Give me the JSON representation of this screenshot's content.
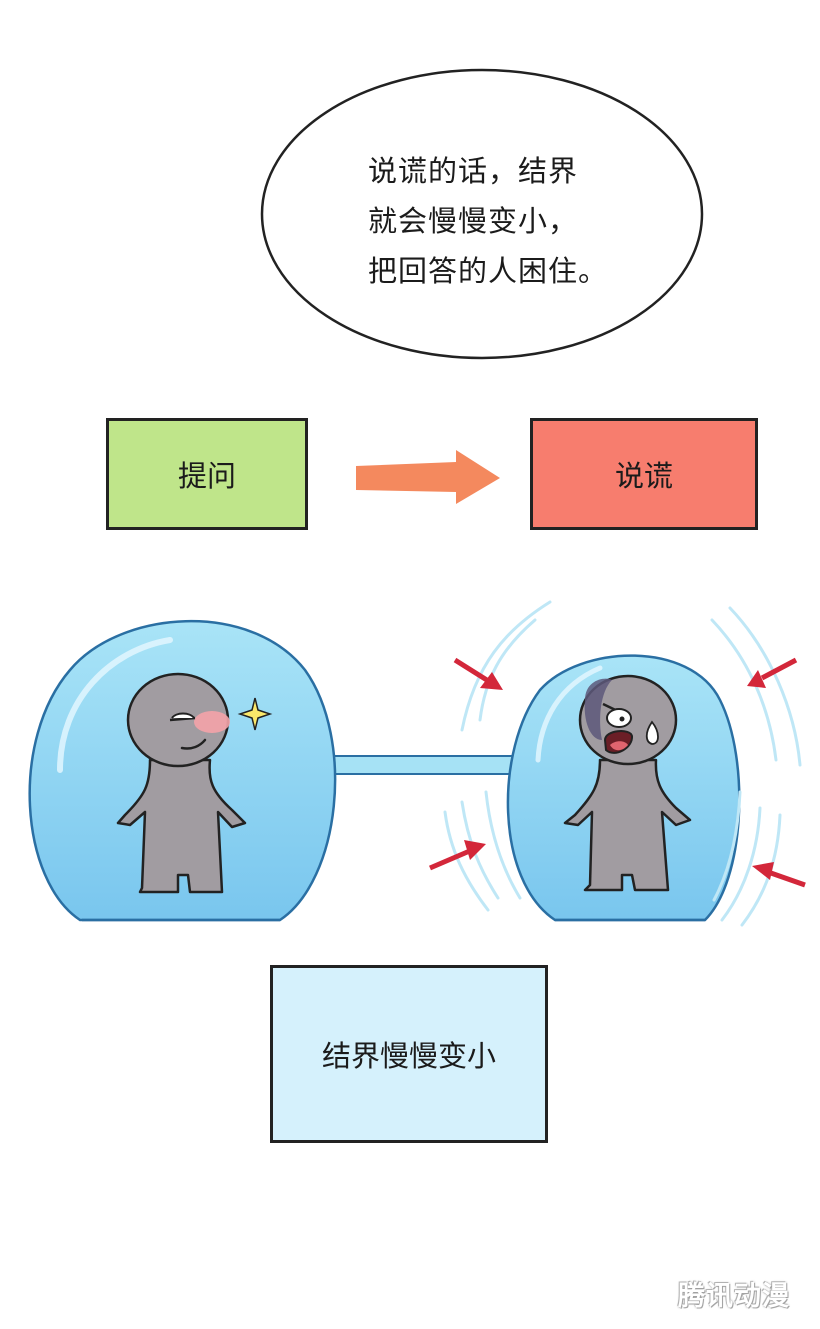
{
  "speech_bubble": {
    "lines": [
      "说谎的话，结界",
      "就会慢慢变小，",
      "把回答的人困住。"
    ]
  },
  "flow": {
    "step1_label": "提问",
    "step2_label": "说谎",
    "step1_color": "#bfe58a",
    "step2_color": "#f77d6e",
    "arrow_color": "#f4895e"
  },
  "illustration": {
    "left_figure": "calm-smirking-character-in-barrier",
    "right_figure": "panicked-character-in-shrinking-barrier",
    "barrier_color": "#8fd4f2",
    "figure_color": "#a19ca1",
    "pressure_arrow_color": "#d3273a"
  },
  "result": {
    "label": "结界慢慢变小",
    "color": "#d5f1fc"
  },
  "watermark": {
    "text": "腾讯动漫"
  }
}
